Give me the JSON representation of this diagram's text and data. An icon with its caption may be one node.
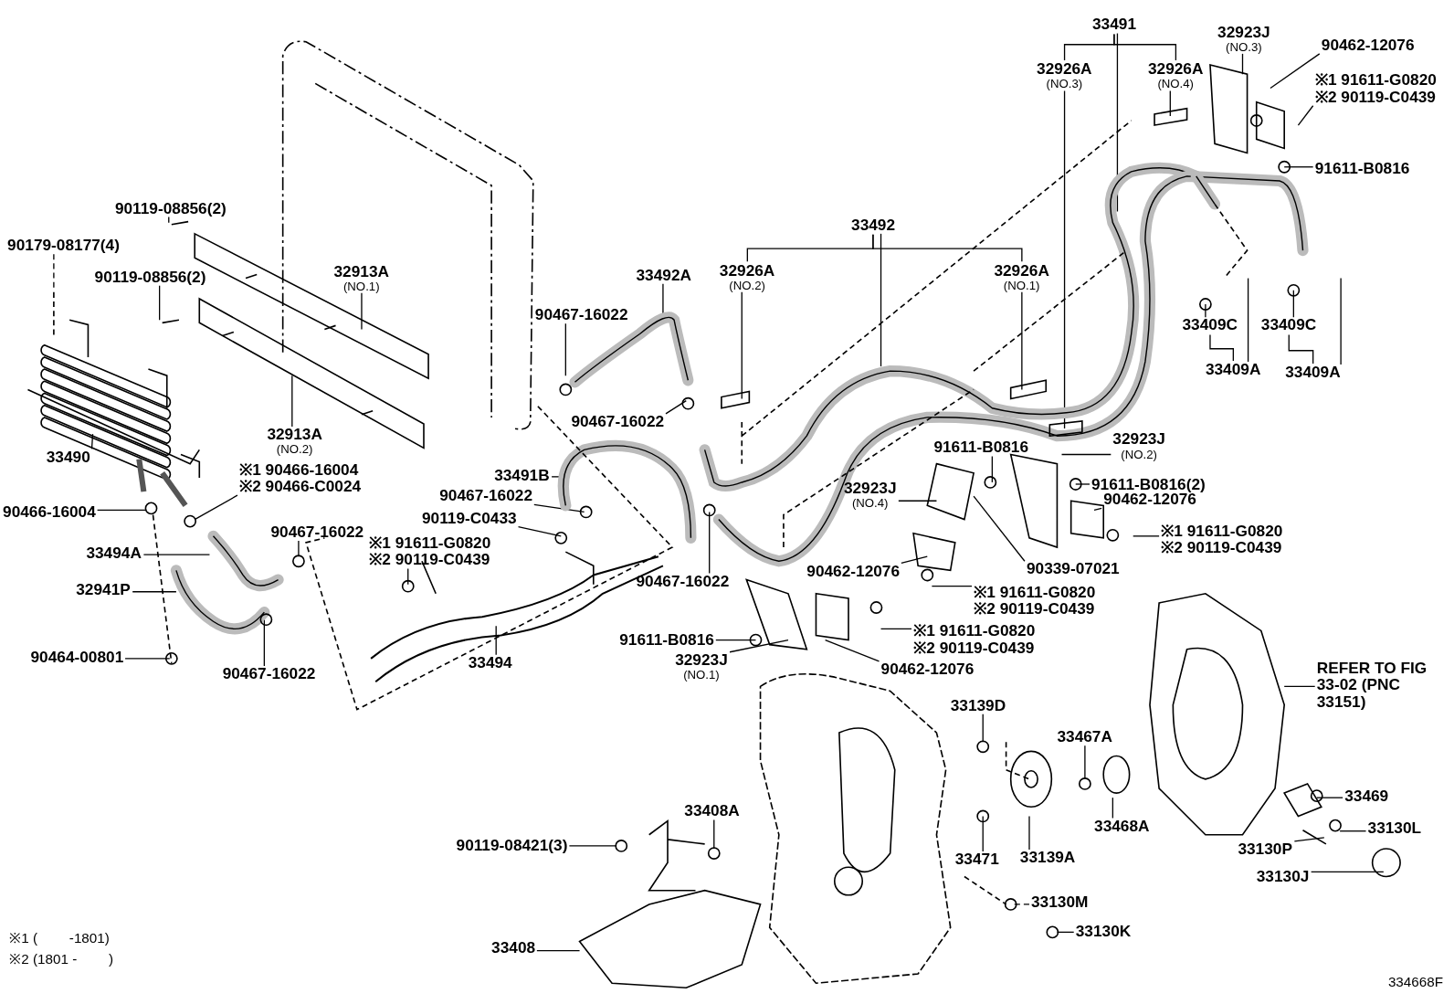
{
  "diagram": {
    "nodes": [
      {
        "text": [
          "90179-08177(4)"
        ]
      },
      {
        "text": [
          "90119-08856(2)"
        ]
      },
      {
        "text": [
          "90119-08856(2)"
        ]
      },
      {
        "text": [
          "32913A",
          "(NO.1)"
        ]
      },
      {
        "text": [
          "32913A",
          "(NO.2)"
        ]
      },
      {
        "text": [
          "33490"
        ]
      },
      {
        "text": [
          "※1 90466-16004",
          "※2 90466-C0024"
        ]
      },
      {
        "text": [
          "90466-16004"
        ]
      },
      {
        "text": [
          "90467-16022"
        ]
      },
      {
        "text": [
          "33494A"
        ]
      },
      {
        "text": [
          "32941P"
        ]
      },
      {
        "text": [
          "90464-00801"
        ]
      },
      {
        "text": [
          "90467-16022"
        ]
      },
      {
        "text": [
          "※1 91611-G0820",
          "※2 90119-C0439"
        ]
      },
      {
        "text": [
          "33491B"
        ]
      },
      {
        "text": [
          "90467-16022"
        ]
      },
      {
        "text": [
          "90119-C0433"
        ]
      },
      {
        "text": [
          "33494"
        ]
      },
      {
        "text": [
          "33492A"
        ]
      },
      {
        "text": [
          "90467-16022"
        ]
      },
      {
        "text": [
          "90467-16022"
        ]
      },
      {
        "text": [
          "90467-16022"
        ]
      },
      {
        "text": [
          "33492"
        ]
      },
      {
        "text": [
          "32926A",
          "(NO.2)"
        ]
      },
      {
        "text": [
          "32926A",
          "(NO.1)"
        ]
      },
      {
        "text": [
          "33491"
        ]
      },
      {
        "text": [
          "32926A",
          "(NO.3)"
        ]
      },
      {
        "text": [
          "32926A",
          "(NO.4)"
        ]
      },
      {
        "text": [
          "32923J",
          "(NO.3)"
        ]
      },
      {
        "text": [
          "90462-12076"
        ]
      },
      {
        "text": [
          "※1 91611-G0820",
          "※2 90119-C0439"
        ]
      },
      {
        "text": [
          "91611-B0816"
        ]
      },
      {
        "text": [
          "33409C"
        ]
      },
      {
        "text": [
          "33409C"
        ]
      },
      {
        "text": [
          "33409A"
        ]
      },
      {
        "text": [
          "33409A"
        ]
      },
      {
        "text": [
          "32923J",
          "(NO.2)"
        ]
      },
      {
        "text": [
          "91611-B0816"
        ]
      },
      {
        "text": [
          "91611-B0816(2)"
        ]
      },
      {
        "text": [
          "32923J",
          "(NO.4)"
        ]
      },
      {
        "text": [
          "90462-12076"
        ]
      },
      {
        "text": [
          "※1 91611-G0820",
          "※2 90119-C0439"
        ]
      },
      {
        "text": [
          "90339-07021"
        ]
      },
      {
        "text": [
          "90462-12076"
        ]
      },
      {
        "text": [
          "※1 91611-G0820",
          "※2 90119-C0439"
        ]
      },
      {
        "text": [
          "※1 91611-G0820",
          "※2 90119-C0439"
        ]
      },
      {
        "text": [
          "91611-B0816"
        ]
      },
      {
        "text": [
          "32923J",
          "(NO.1)"
        ]
      },
      {
        "text": [
          "90462-12076"
        ]
      },
      {
        "text": [
          "REFER TO FIG 33-02 (PNC 33151)"
        ]
      },
      {
        "text": [
          "33139D"
        ]
      },
      {
        "text": [
          "33467A"
        ]
      },
      {
        "text": [
          "33469"
        ]
      },
      {
        "text": [
          "33130L"
        ]
      },
      {
        "text": [
          "33130P"
        ]
      },
      {
        "text": [
          "33130J"
        ]
      },
      {
        "text": [
          "33468A"
        ]
      },
      {
        "text": [
          "33471"
        ]
      },
      {
        "text": [
          "33139A"
        ]
      },
      {
        "text": [
          "33408A"
        ]
      },
      {
        "text": [
          "90119-08421(3)"
        ]
      },
      {
        "text": [
          "33130M"
        ]
      },
      {
        "text": [
          "33130K"
        ]
      },
      {
        "text": [
          "33408"
        ]
      }
    ],
    "edges": [
      {
        "from": 0,
        "to": null,
        "arrow": "none",
        "style": "dashed"
      },
      {
        "from": 1,
        "to": null,
        "arrow": "none"
      },
      {
        "from": 2,
        "to": null,
        "arrow": "none"
      },
      {
        "from": 3,
        "to": null,
        "arrow": "none"
      },
      {
        "from": 4,
        "to": null,
        "arrow": "none"
      },
      {
        "from": 5,
        "to": null,
        "arrow": "none"
      },
      {
        "from": 6,
        "to": null,
        "arrow": "none"
      },
      {
        "from": 7,
        "to": null,
        "arrow": "none"
      },
      {
        "from": 8,
        "to": null,
        "arrow": "none"
      },
      {
        "from": 9,
        "to": null,
        "arrow": "none"
      },
      {
        "from": 10,
        "to": null,
        "arrow": "none"
      },
      {
        "from": 11,
        "to": null,
        "arrow": "none"
      },
      {
        "from": 12,
        "to": null,
        "arrow": "none"
      },
      {
        "from": 13,
        "to": null,
        "arrow": "none"
      },
      {
        "from": 14,
        "to": null,
        "arrow": "none"
      },
      {
        "from": 15,
        "to": null,
        "arrow": "none"
      },
      {
        "from": 16,
        "to": null,
        "arrow": "none"
      },
      {
        "from": 17,
        "to": null,
        "arrow": "none"
      },
      {
        "from": 18,
        "to": null,
        "arrow": "none"
      },
      {
        "from": 19,
        "to": null,
        "arrow": "none"
      },
      {
        "from": 20,
        "to": null,
        "arrow": "none"
      },
      {
        "from": 21,
        "to": null,
        "arrow": "none"
      },
      {
        "from": 22,
        "to": null,
        "arrow": "none"
      },
      {
        "from": 23,
        "to": null,
        "arrow": "none"
      },
      {
        "from": 24,
        "to": null,
        "arrow": "none"
      },
      {
        "from": 25,
        "to": null,
        "arrow": "none"
      },
      {
        "from": 26,
        "to": null,
        "arrow": "none"
      },
      {
        "from": 27,
        "to": null,
        "arrow": "none"
      },
      {
        "from": 28,
        "to": null,
        "arrow": "none"
      },
      {
        "from": 29,
        "to": null,
        "arrow": "none"
      },
      {
        "from": 30,
        "to": null,
        "arrow": "none"
      },
      {
        "from": 31,
        "to": null,
        "arrow": "none"
      },
      {
        "from": 32,
        "to": null,
        "arrow": "none"
      },
      {
        "from": 33,
        "to": null,
        "arrow": "none"
      },
      {
        "from": 34,
        "to": null,
        "arrow": "none"
      },
      {
        "from": 35,
        "to": null,
        "arrow": "none"
      },
      {
        "from": 36,
        "to": null,
        "arrow": "none"
      },
      {
        "from": 37,
        "to": null,
        "arrow": "none"
      },
      {
        "from": 38,
        "to": null,
        "arrow": "none"
      },
      {
        "from": 39,
        "to": null,
        "arrow": "none"
      },
      {
        "from": 40,
        "to": null,
        "arrow": "none"
      },
      {
        "from": 41,
        "to": null,
        "arrow": "none"
      },
      {
        "from": 42,
        "to": null,
        "arrow": "none"
      },
      {
        "from": 43,
        "to": null,
        "arrow": "none"
      },
      {
        "from": 44,
        "to": null,
        "arrow": "none"
      },
      {
        "from": 45,
        "to": null,
        "arrow": "none"
      },
      {
        "from": 46,
        "to": null,
        "arrow": "none"
      },
      {
        "from": 47,
        "to": null,
        "arrow": "none"
      },
      {
        "from": 48,
        "to": null,
        "arrow": "none"
      },
      {
        "from": 49,
        "to": null,
        "arrow": "none"
      },
      {
        "from": 50,
        "to": null,
        "arrow": "none"
      },
      {
        "from": 51,
        "to": null,
        "arrow": "none"
      },
      {
        "from": 52,
        "to": null,
        "arrow": "none"
      },
      {
        "from": 53,
        "to": null,
        "arrow": "none"
      },
      {
        "from": 54,
        "to": null,
        "arrow": "none"
      },
      {
        "from": 55,
        "to": null,
        "arrow": "none"
      },
      {
        "from": 56,
        "to": null,
        "arrow": "none"
      },
      {
        "from": 57,
        "to": null,
        "arrow": "none"
      },
      {
        "from": 58,
        "to": null,
        "arrow": "none"
      },
      {
        "from": 59,
        "to": null,
        "arrow": "none"
      },
      {
        "from": 60,
        "to": null,
        "arrow": "none"
      },
      {
        "from": 61,
        "to": null,
        "arrow": "none",
        "style": "dashed"
      },
      {
        "from": 62,
        "to": null,
        "arrow": "none"
      },
      {
        "from": 63,
        "to": null,
        "arrow": "none"
      },
      {
        "from": 22,
        "to": 23,
        "arrow": "none"
      },
      {
        "from": 22,
        "to": 24,
        "arrow": "none"
      },
      {
        "from": 25,
        "to": 26,
        "arrow": "none"
      },
      {
        "from": 25,
        "to": 27,
        "arrow": "none"
      },
      {
        "from": 34,
        "to": 32,
        "arrow": "none"
      },
      {
        "from": 35,
        "to": 33,
        "arrow": "none"
      }
    ],
    "labels": [
      "※1 (　　 -1801)",
      "※2 (1801 -　　 )",
      "334668F"
    ]
  }
}
